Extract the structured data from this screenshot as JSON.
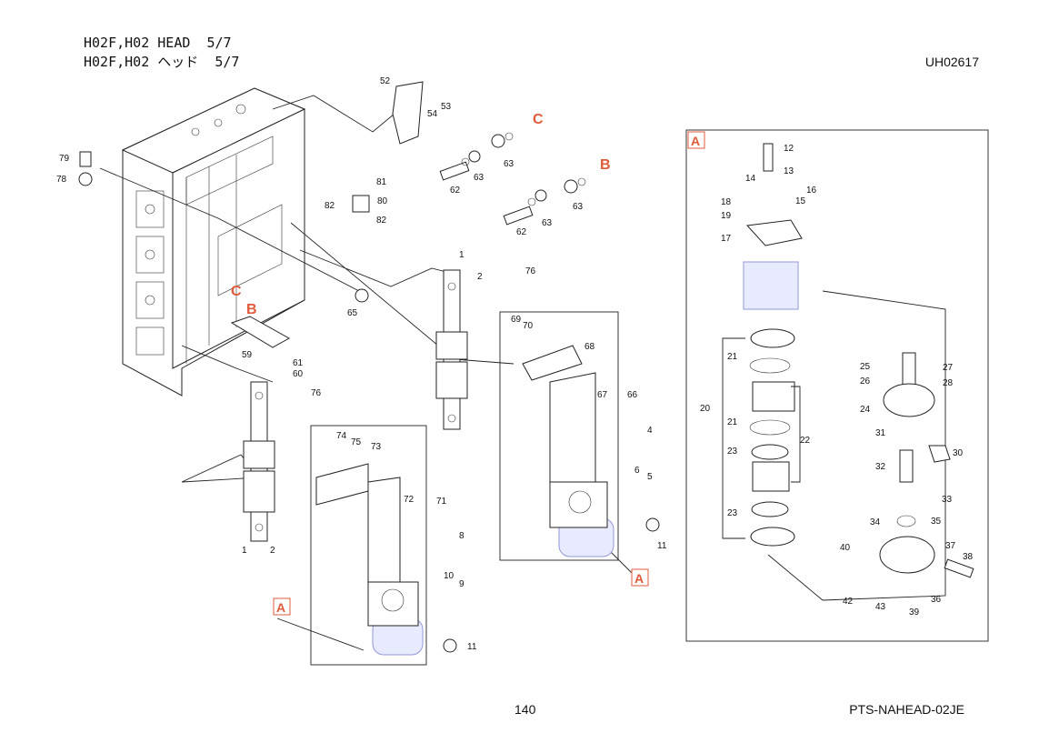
{
  "header": {
    "title_line1": "H02F,H02 HEAD  5/7",
    "title_line2": "H02F,H02 ヘッド  5/7",
    "doc_id": "UH02617"
  },
  "footer": {
    "page_number": "140",
    "code": "PTS-NAHEAD-02JE"
  },
  "refs": {
    "A": "A",
    "B": "B",
    "C": "C"
  },
  "part_labels": [
    "1",
    "2",
    "4",
    "5",
    "6",
    "8",
    "9",
    "10",
    "11",
    "12",
    "13",
    "14",
    "15",
    "16",
    "17",
    "18",
    "19",
    "20",
    "21",
    "22",
    "23",
    "24",
    "25",
    "26",
    "27",
    "28",
    "30",
    "31",
    "32",
    "33",
    "34",
    "35",
    "36",
    "37",
    "38",
    "39",
    "40",
    "42",
    "43",
    "52",
    "53",
    "54",
    "59",
    "60",
    "61",
    "62",
    "63",
    "65",
    "66",
    "67",
    "68",
    "69",
    "70",
    "71",
    "72",
    "73",
    "74",
    "75",
    "76",
    "78",
    "79",
    "80",
    "81",
    "82"
  ],
  "colors": {
    "ref_letter": "#e05a3a",
    "ghost_part": "#e8ebff"
  }
}
